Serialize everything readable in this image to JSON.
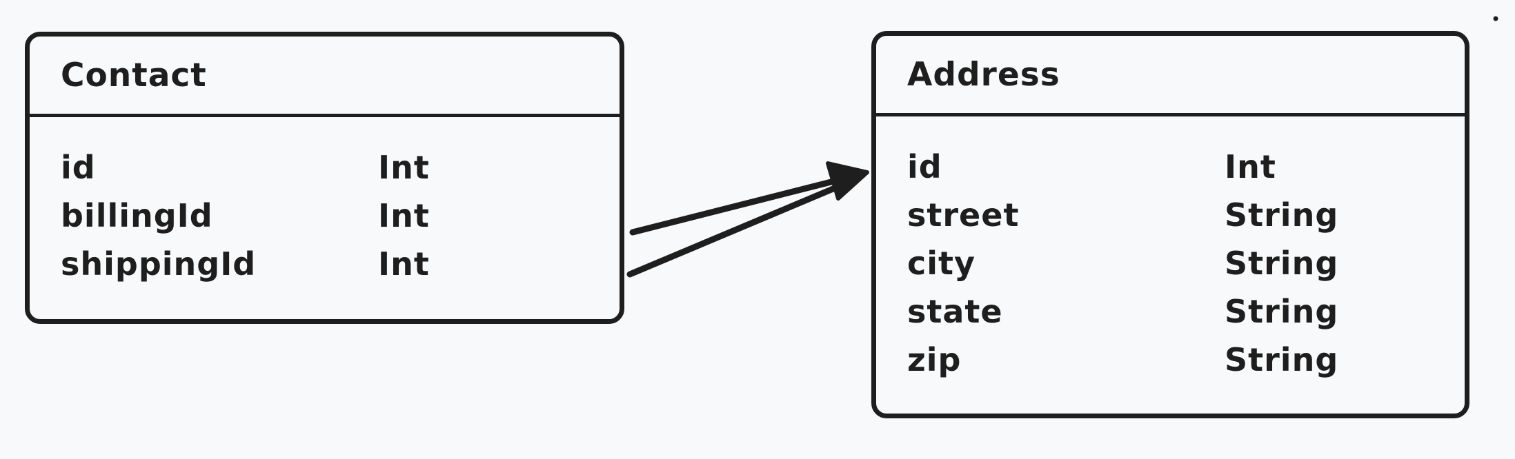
{
  "colors": {
    "background": "#f8f9fa",
    "ink": "#1e1e1e"
  },
  "diagram": {
    "style": "hand-drawn-erd",
    "entities": [
      {
        "name": "Contact",
        "fields": [
          {
            "name": "id",
            "type": "Int"
          },
          {
            "name": "billingId",
            "type": "Int"
          },
          {
            "name": "shippingId",
            "type": "Int"
          }
        ]
      },
      {
        "name": "Address",
        "fields": [
          {
            "name": "id",
            "type": "Int"
          },
          {
            "name": "street",
            "type": "String"
          },
          {
            "name": "city",
            "type": "String"
          },
          {
            "name": "state",
            "type": "String"
          },
          {
            "name": "zip",
            "type": "String"
          }
        ]
      }
    ],
    "relationships": [
      {
        "from": "Contact.billingId",
        "to": "Address.id"
      },
      {
        "from": "Contact.shippingId",
        "to": "Address.id"
      }
    ]
  }
}
